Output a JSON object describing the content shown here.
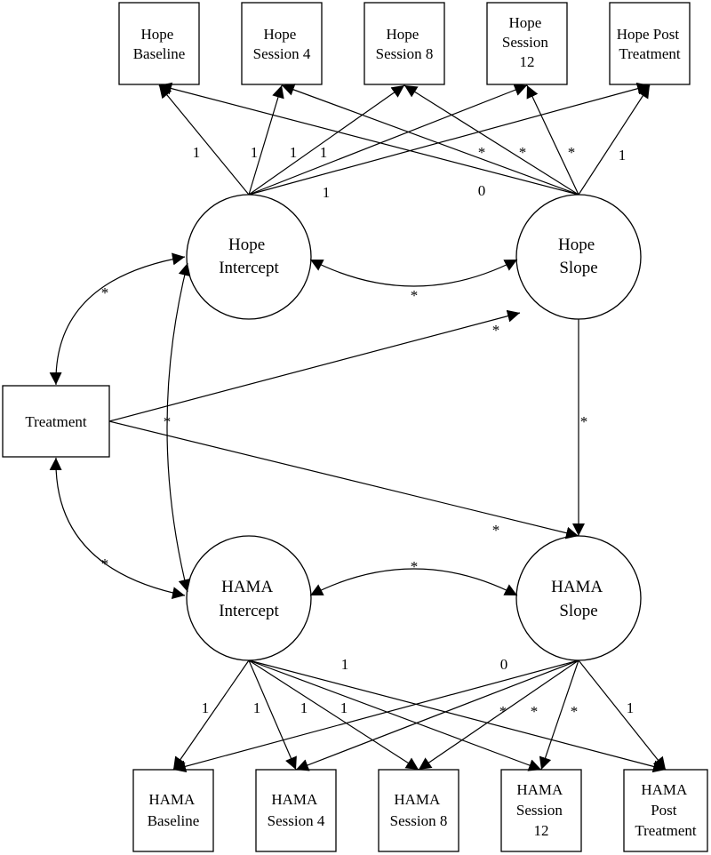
{
  "observed_hope": [
    {
      "id": "hope_baseline",
      "lines": [
        "Hope",
        "Baseline"
      ]
    },
    {
      "id": "hope_session4",
      "lines": [
        "Hope",
        "Session 4"
      ]
    },
    {
      "id": "hope_session8",
      "lines": [
        "Hope",
        "Session 8"
      ]
    },
    {
      "id": "hope_session12",
      "lines": [
        "Hope",
        "Session",
        "12"
      ]
    },
    {
      "id": "hope_post",
      "lines": [
        "Hope Post",
        "Treatment"
      ]
    }
  ],
  "observed_hama": [
    {
      "id": "hama_baseline",
      "lines": [
        "HAMA",
        "Baseline"
      ]
    },
    {
      "id": "hama_session4",
      "lines": [
        "HAMA",
        "Session 4"
      ]
    },
    {
      "id": "hama_session8",
      "lines": [
        "HAMA",
        "Session 8"
      ]
    },
    {
      "id": "hama_session12",
      "lines": [
        "HAMA",
        "Session",
        "12"
      ]
    },
    {
      "id": "hama_post",
      "lines": [
        "HAMA",
        "Post",
        "Treatment"
      ]
    }
  ],
  "latent": [
    {
      "id": "hope_intercept",
      "lines": [
        "Hope",
        "Intercept"
      ]
    },
    {
      "id": "hope_slope",
      "lines": [
        "Hope",
        "Slope"
      ]
    },
    {
      "id": "hama_intercept",
      "lines": [
        "HAMA",
        "Intercept"
      ]
    },
    {
      "id": "hama_slope",
      "lines": [
        "HAMA",
        "Slope"
      ]
    }
  ],
  "covariate": {
    "id": "treatment",
    "label": "Treatment"
  },
  "loadings": {
    "hope_intercept": [
      "1",
      "1",
      "1",
      "1",
      "1"
    ],
    "hope_slope": [
      "0",
      "*",
      "*",
      "*",
      "1"
    ],
    "hama_intercept": [
      "1",
      "1",
      "1",
      "1",
      "1"
    ],
    "hama_slope": [
      "0",
      "*",
      "*",
      "*",
      "1"
    ]
  },
  "structural_labels": {
    "hope_intercept_hope_slope": "*",
    "hama_intercept_hama_slope": "*",
    "treatment_hope_intercept": "*",
    "treatment_hama_intercept": "*",
    "hope_intercept_hama_intercept": "*",
    "treatment_hope_slope": "*",
    "treatment_hama_slope": "*",
    "hope_slope_hama_slope": "*"
  }
}
